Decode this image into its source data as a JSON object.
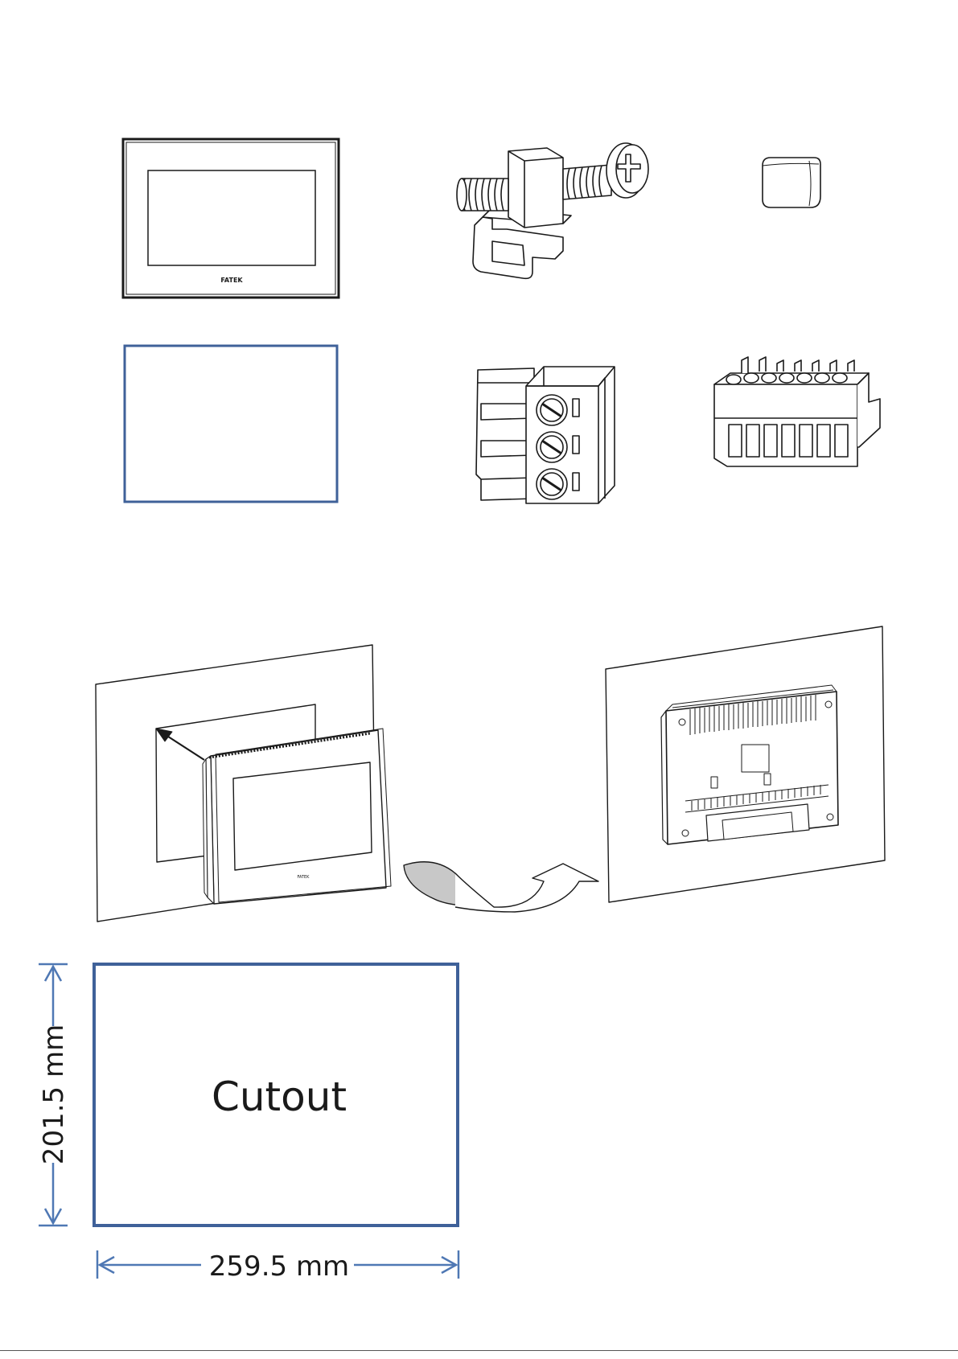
{
  "hmi_front": {
    "brand_label": "FATEK"
  },
  "panel_mount": {
    "hmi_brand_label": "FATEK"
  },
  "cutout": {
    "label": "Cutout",
    "height_label": "201.5 mm",
    "width_label": "259.5 mm"
  },
  "colors": {
    "line": "#1a1a1a",
    "blue_outline": "#3f6199",
    "dimension_blue": "#4f78b4",
    "arrow_fill_gray": "#c8c8c8"
  },
  "icons": [
    "hmi-front-view-icon",
    "mounting-bracket-screw-icon",
    "rubber-cap-icon",
    "gasket-outline-icon",
    "three-pin-terminal-block-icon",
    "seven-pin-terminal-block-icon",
    "panel-insertion-diagram",
    "rotate-arrow-icon",
    "panel-back-view-diagram",
    "cutout-dimension-diagram"
  ]
}
